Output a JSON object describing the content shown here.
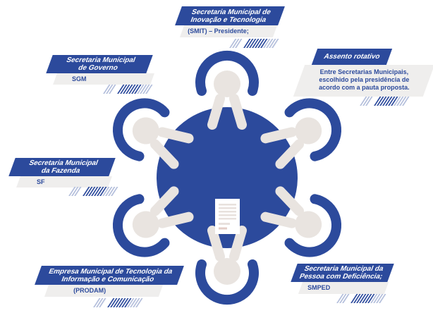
{
  "labels": {
    "smit": {
      "line1": "Secretaria Municipal de",
      "line2": "Inovação e Tecnologia",
      "subtitle": "(SMIT) – Presidente;"
    },
    "sgm": {
      "line1": "Secretaria Municipal",
      "line2": "de Governo",
      "subtitle": "SGM"
    },
    "rotativo": {
      "line1": "Assento rotativo",
      "body1": "Entre Secretarias Municipais,",
      "body2": "escolhido pela presidência de",
      "body3": "acordo com a pauta proposta."
    },
    "sf": {
      "line1": "Secretaria Municipal",
      "line2": "da Fazenda",
      "subtitle": "SF"
    },
    "prodam": {
      "line1": "Empresa Municipal de Tecnologia da",
      "line2": "Informação e Comunicação",
      "subtitle": "(PRODAM)"
    },
    "smped": {
      "line1": "Secretaria Municipal da",
      "line2": "Pessoa com Deficiência;",
      "subtitle": "SMPED"
    }
  },
  "colors": {
    "primary_blue": "#2c4a9c",
    "hatch_light_blue": "#b3bedb",
    "figure_beige": "#e9e4e0",
    "panel_gray": "#efeeed"
  },
  "table": {
    "people_count": 6,
    "center_icon": "document"
  }
}
